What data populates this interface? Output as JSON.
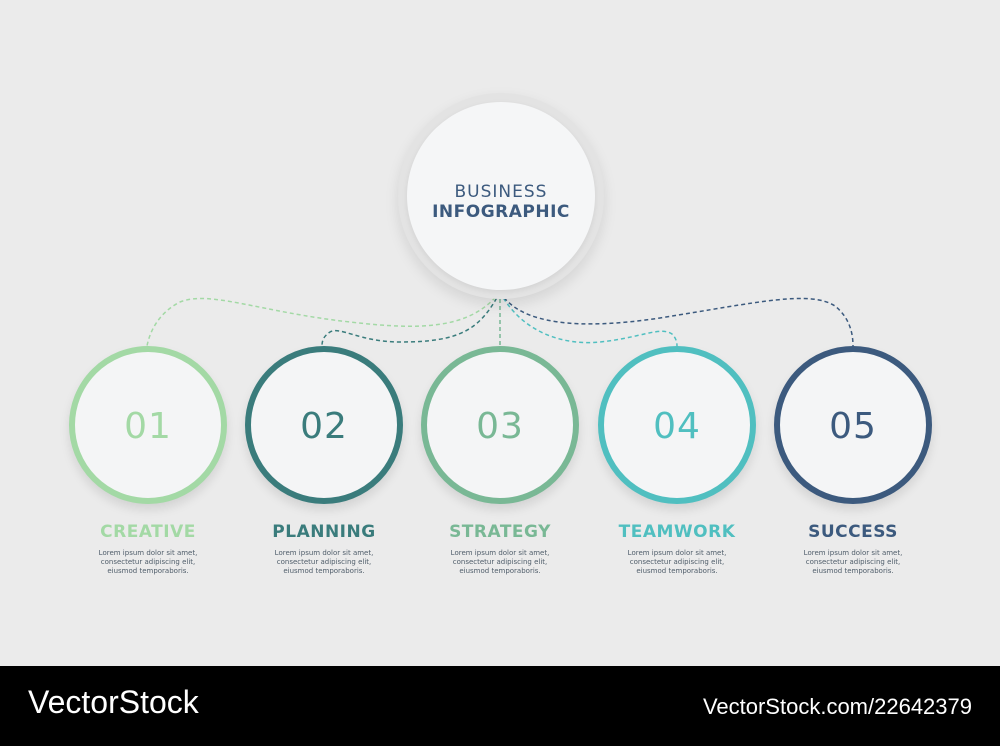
{
  "hub": {
    "line1": "BUSINESS",
    "line2": "INFOGRAPHIC"
  },
  "steps": [
    {
      "number": "01",
      "title": "CREATIVE",
      "desc1": "Lorem ipsum dolor sit amet,",
      "desc2": "consectetur adipiscing elit,",
      "desc3": "eiusmod temporaboris.",
      "color": "#a3d9a5"
    },
    {
      "number": "02",
      "title": "PLANNING",
      "desc1": "Lorem ipsum dolor sit amet,",
      "desc2": "consectetur adipiscing elit,",
      "desc3": "eiusmod temporaboris.",
      "color": "#3a7c7c"
    },
    {
      "number": "03",
      "title": "STRATEGY",
      "desc1": "Lorem ipsum dolor sit amet,",
      "desc2": "consectetur adipiscing elit,",
      "desc3": "eiusmod temporaboris.",
      "color": "#79b895"
    },
    {
      "number": "04",
      "title": "TEAMWORK",
      "desc1": "Lorem ipsum dolor sit amet,",
      "desc2": "consectetur adipiscing elit,",
      "desc3": "eiusmod temporaboris.",
      "color": "#50bfc0"
    },
    {
      "number": "05",
      "title": "SUCCESS",
      "desc1": "Lorem ipsum dolor sit amet,",
      "desc2": "consectetur adipiscing elit,",
      "desc3": "eiusmod temporaboris.",
      "color": "#3c5a7e"
    }
  ],
  "watermark": {
    "brand": "VectorStock",
    "id_text": "VectorStock.com/22642379"
  }
}
